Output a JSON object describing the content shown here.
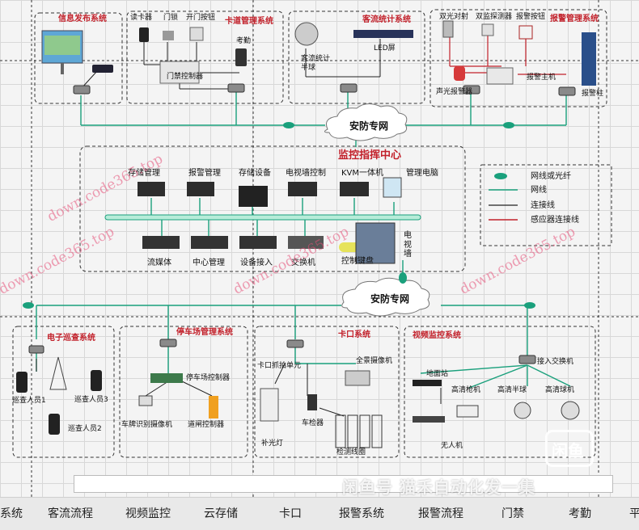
{
  "colors": {
    "accent_red": "#c2202a",
    "network": "#1aa07c",
    "connect": "#222222",
    "sensor": "#c2202a"
  },
  "top_systems": {
    "info": {
      "title": "信息发布系统"
    },
    "card": {
      "title": "卡道管理系统",
      "reader": "读卡器",
      "lock": "门锁",
      "button": "开门按钮",
      "attendance": "考勤",
      "controller": "门禁控制器"
    },
    "flow": {
      "title": "客流统计系统",
      "camera": "客流统计\n半球",
      "led": "LED屏"
    },
    "alarm": {
      "title": "报警管理系统",
      "beam": "双光对射",
      "detector": "双监探测器",
      "button": "报警按钮",
      "siren": "声光报警器",
      "host": "报警主机",
      "column": "报警柱"
    }
  },
  "network1": "安防专网",
  "center": {
    "title": "监控指挥中心",
    "items": [
      "存储管理",
      "报警管理",
      "存储设备",
      "电视墙控制",
      "KVM一体机",
      "管理电脑"
    ],
    "bottom": [
      "流媒体",
      "中心管理",
      "设备接入",
      "交换机",
      "控制键盘"
    ],
    "tv_wall": "电\n视\n墙"
  },
  "legend": [
    {
      "label": "网线或光纤",
      "kind": "fiber"
    },
    {
      "label": "网线",
      "kind": "network"
    },
    {
      "label": "连接线",
      "kind": "connect"
    },
    {
      "label": "感应器连接线",
      "kind": "sensor"
    }
  ],
  "network2": "安防专网",
  "bottom_systems": {
    "patrol": {
      "title": "电子巡查系统",
      "p1": "巡查人员1",
      "p2": "巡查人员2",
      "p3": "巡查人员3"
    },
    "parking": {
      "title": "停车场管理系统",
      "controller": "停车场控制器",
      "camera": "车牌识别摄像机",
      "gate": "道闸控制器"
    },
    "bayonet": {
      "title": "卡口系统",
      "unit": "卡口抓拍单元",
      "camera": "全景摄像机",
      "light": "补光灯",
      "detector": "车检器",
      "coil": "检测线圈"
    },
    "video": {
      "title": "视频监控系统",
      "switch": "接入交换机",
      "base": "地面站",
      "c1": "高清枪机",
      "c2": "高清半球",
      "c3": "高清球机",
      "drone": "无人机"
    }
  },
  "watermarks": [
    "down.code365.top",
    "down.code365.top",
    "down.code365.top",
    "down.code365.top"
  ],
  "bottom_overlay": "闲鱼号 猫禾自动化发一集",
  "logo_text": "闲鱼",
  "tabs": [
    "系统",
    "客流流程",
    "视频监控",
    "云存储",
    "卡口",
    "报警系统",
    "报警流程",
    "门禁",
    "考勤",
    "平"
  ]
}
